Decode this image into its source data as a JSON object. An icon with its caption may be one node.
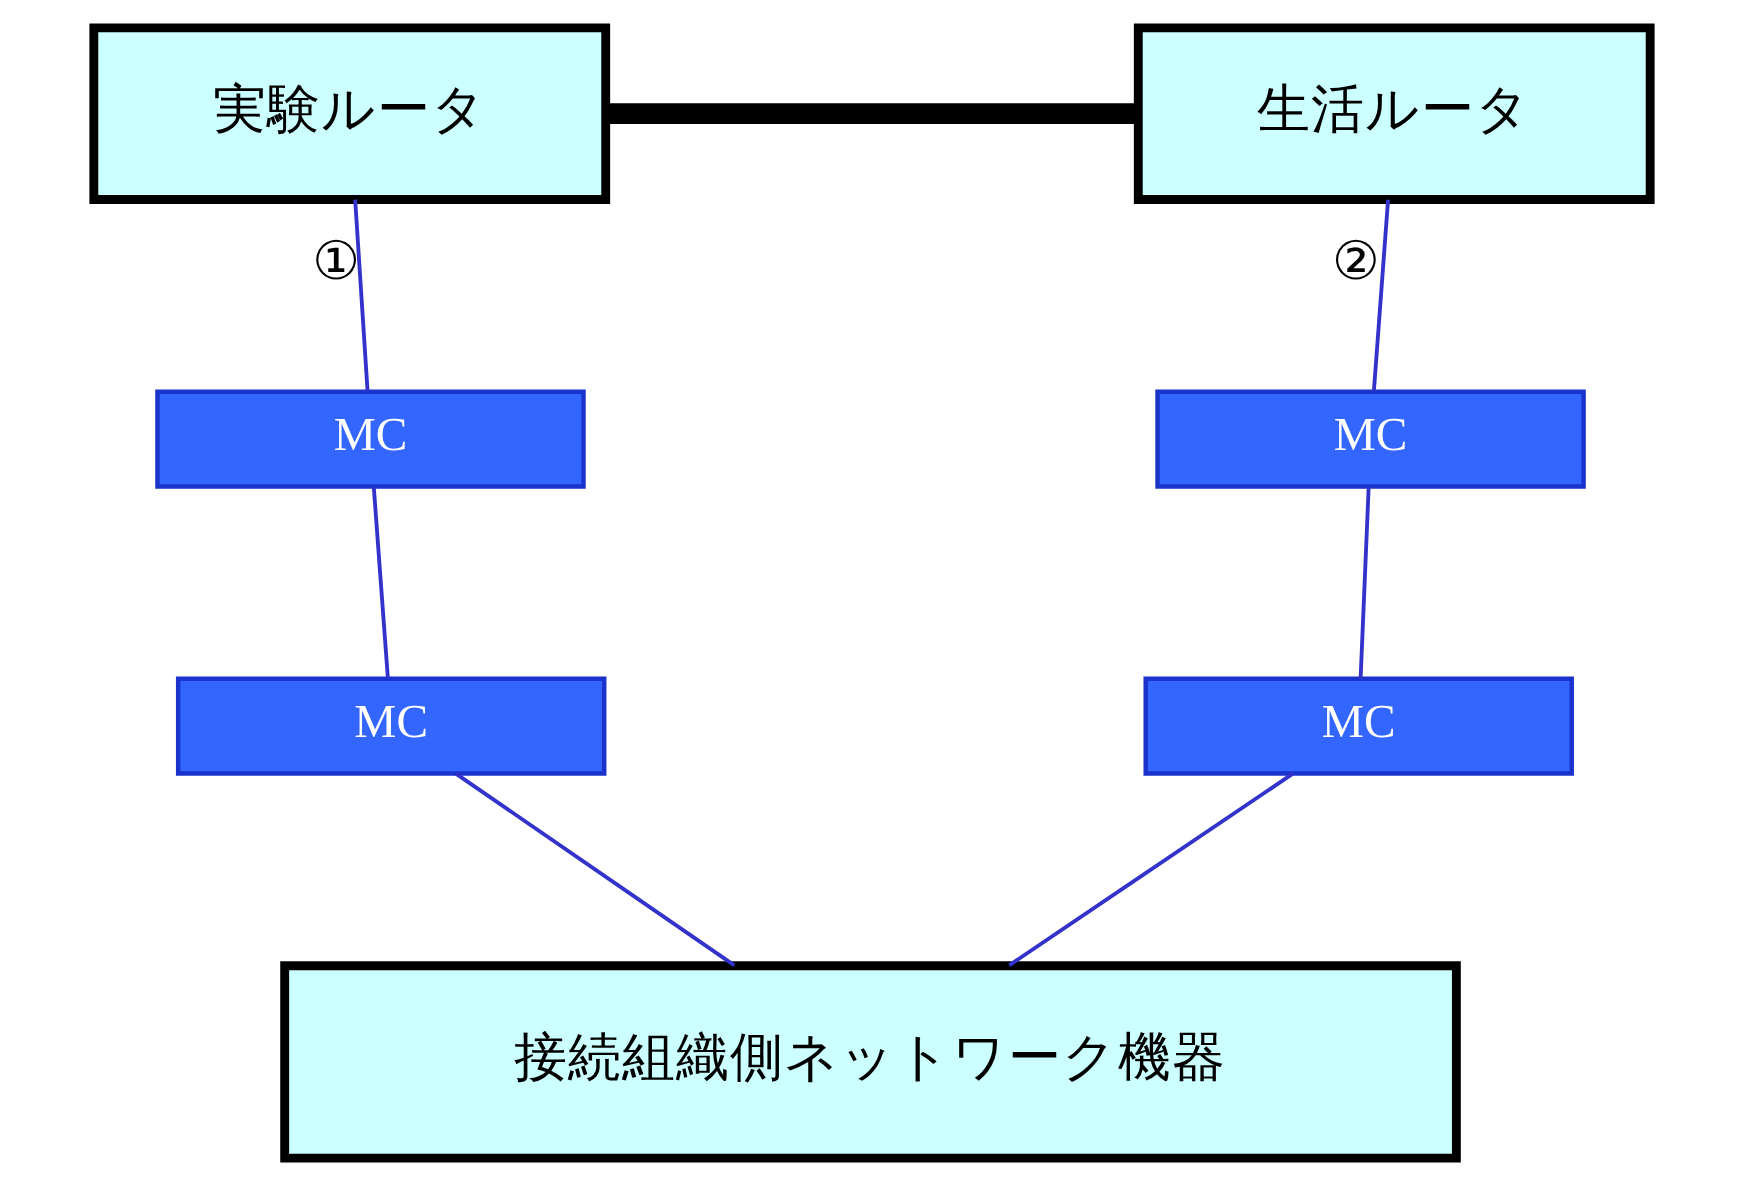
{
  "diagram": {
    "nodes": [
      {
        "text": [
          "実験ルータ"
        ]
      },
      {
        "text": [
          "生活ルータ"
        ]
      },
      {
        "text": [
          "MC"
        ]
      },
      {
        "text": [
          "MC"
        ]
      },
      {
        "text": [
          "MC"
        ]
      },
      {
        "text": [
          "MC"
        ]
      },
      {
        "text": [
          "接続組織側ネットワーク機器"
        ]
      }
    ],
    "edges": [
      {
        "from": 0,
        "to": 1,
        "arrow": "none",
        "style": "thick",
        "color": "#000000"
      },
      {
        "from": 0,
        "to": 2,
        "arrow": "none",
        "label": "①"
      },
      {
        "from": 1,
        "to": 3,
        "arrow": "none",
        "label": "②"
      },
      {
        "from": 2,
        "to": 4,
        "arrow": "none"
      },
      {
        "from": 3,
        "to": 5,
        "arrow": "none"
      },
      {
        "from": 4,
        "to": 6,
        "arrow": "none"
      },
      {
        "from": 5,
        "to": 6,
        "arrow": "none"
      }
    ]
  }
}
